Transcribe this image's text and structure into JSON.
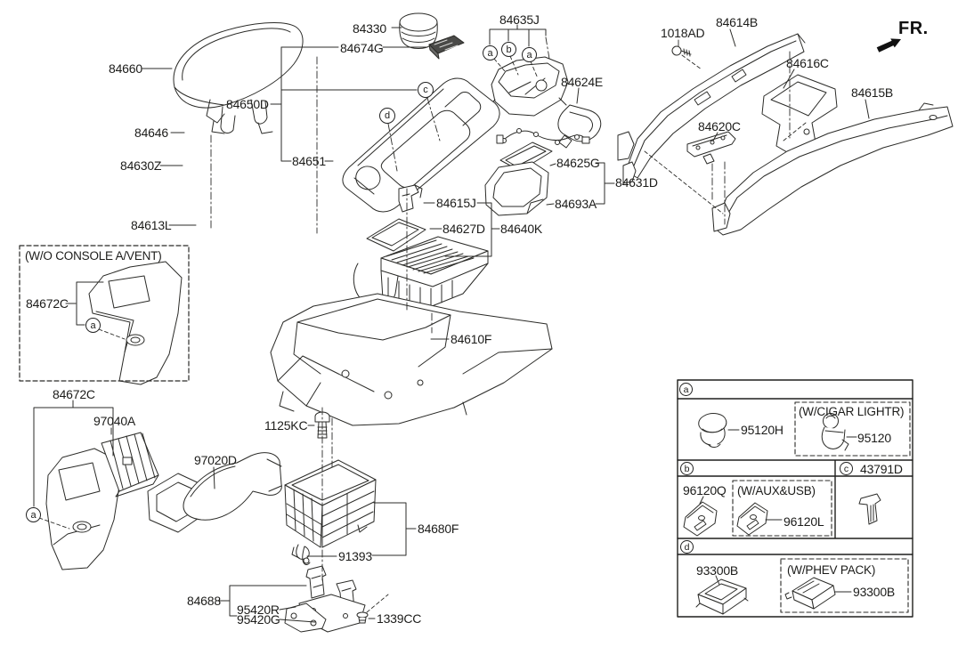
{
  "fr_label": "FR.",
  "callouts": {
    "a": "a",
    "b": "b",
    "c": "c",
    "d": "d"
  },
  "notes": {
    "wo_console": "(W/O CONSOLE A/VENT)"
  },
  "parts": {
    "p84330": "84330",
    "p84674G": "84674G",
    "p84635J": "84635J",
    "p84624E": "84624E",
    "p1018AD": "1018AD",
    "p84614B": "84614B",
    "p84616C": "84616C",
    "p84615B": "84615B",
    "p84620C": "84620C",
    "p84631D": "84631D",
    "p84660": "84660",
    "p84650D": "84650D",
    "p84646": "84646",
    "p84630Z": "84630Z",
    "p84613L": "84613L",
    "p84651": "84651",
    "p84625G": "84625G",
    "p84693A": "84693A",
    "p84615J": "84615J",
    "p84627D": "84627D",
    "p84640K": "84640K",
    "p84610F": "84610F",
    "p1125KC": "1125KC",
    "p84680F": "84680F",
    "p91393": "91393",
    "p84688": "84688",
    "p95420R": "95420R",
    "p95420G": "95420G",
    "p1339CC": "1339CC",
    "p84672C": "84672C",
    "p97040A": "97040A",
    "p97020D": "97020D"
  },
  "legend": {
    "a": {
      "letter": "a",
      "main": "95120H",
      "option_note": "(W/CIGAR LIGHTR)",
      "option": "95120"
    },
    "b": {
      "letter": "b",
      "main": "96120Q",
      "option_note": "(W/AUX&USB)",
      "option": "96120L"
    },
    "c": {
      "letter": "c",
      "label": "43791D"
    },
    "d": {
      "letter": "d",
      "main": "93300B",
      "option_note": "(W/PHEV PACK)",
      "option": "93300B"
    }
  }
}
